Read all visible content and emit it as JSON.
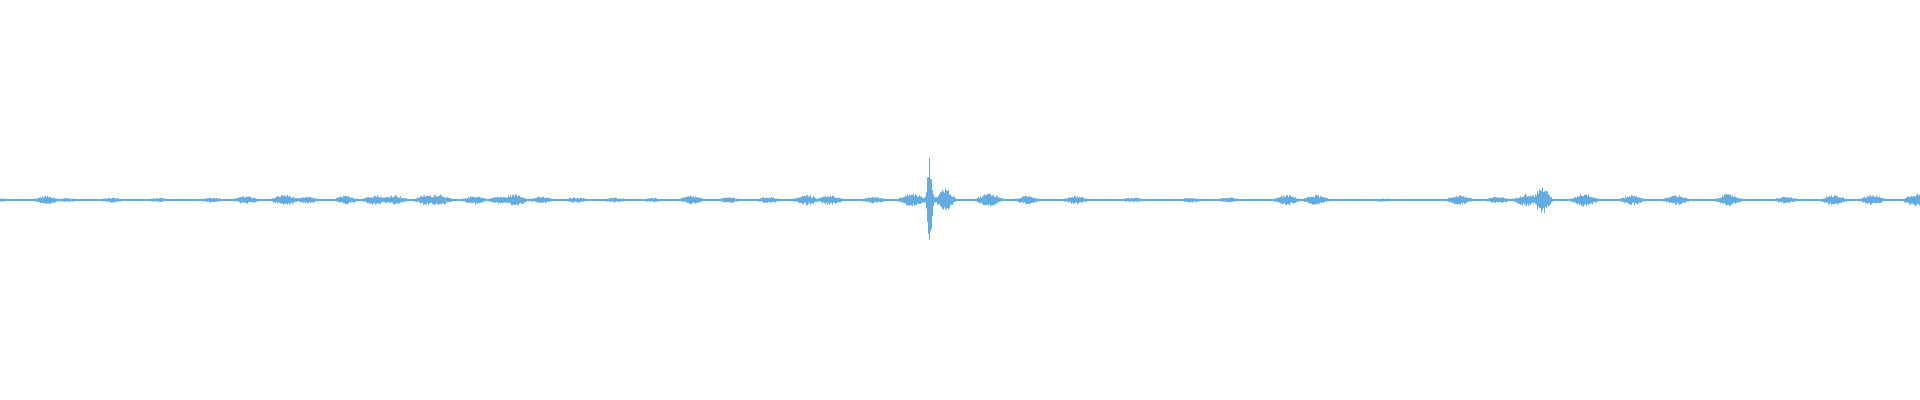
{
  "waveform": {
    "color": "#62ace0",
    "background": "#ffffff",
    "bursts": [
      {
        "t": 0.0,
        "amp": 0.04
      },
      {
        "t": 0.024,
        "amp": 0.1
      },
      {
        "t": 0.035,
        "amp": 0.05
      },
      {
        "t": 0.058,
        "amp": 0.06
      },
      {
        "t": 0.082,
        "amp": 0.05
      },
      {
        "t": 0.11,
        "amp": 0.06
      },
      {
        "t": 0.128,
        "amp": 0.1
      },
      {
        "t": 0.148,
        "amp": 0.13
      },
      {
        "t": 0.16,
        "amp": 0.08
      },
      {
        "t": 0.18,
        "amp": 0.1
      },
      {
        "t": 0.195,
        "amp": 0.12
      },
      {
        "t": 0.205,
        "amp": 0.12
      },
      {
        "t": 0.222,
        "amp": 0.12
      },
      {
        "t": 0.228,
        "amp": 0.14
      },
      {
        "t": 0.247,
        "amp": 0.1
      },
      {
        "t": 0.26,
        "amp": 0.09
      },
      {
        "t": 0.268,
        "amp": 0.14
      },
      {
        "t": 0.282,
        "amp": 0.08
      },
      {
        "t": 0.3,
        "amp": 0.07
      },
      {
        "t": 0.32,
        "amp": 0.06
      },
      {
        "t": 0.34,
        "amp": 0.05
      },
      {
        "t": 0.36,
        "amp": 0.1
      },
      {
        "t": 0.38,
        "amp": 0.07
      },
      {
        "t": 0.4,
        "amp": 0.08
      },
      {
        "t": 0.42,
        "amp": 0.12
      },
      {
        "t": 0.432,
        "amp": 0.12
      },
      {
        "t": 0.455,
        "amp": 0.08
      },
      {
        "t": 0.475,
        "amp": 0.16
      },
      {
        "t": 0.484,
        "amp": 1.0
      },
      {
        "t": 0.492,
        "amp": 0.3
      },
      {
        "t": 0.515,
        "amp": 0.16
      },
      {
        "t": 0.535,
        "amp": 0.1
      },
      {
        "t": 0.56,
        "amp": 0.1
      },
      {
        "t": 0.59,
        "amp": 0.06
      },
      {
        "t": 0.62,
        "amp": 0.06
      },
      {
        "t": 0.64,
        "amp": 0.06
      },
      {
        "t": 0.67,
        "amp": 0.12
      },
      {
        "t": 0.685,
        "amp": 0.12
      },
      {
        "t": 0.72,
        "amp": 0.04
      },
      {
        "t": 0.76,
        "amp": 0.12
      },
      {
        "t": 0.78,
        "amp": 0.08
      },
      {
        "t": 0.795,
        "amp": 0.15
      },
      {
        "t": 0.803,
        "amp": 0.32
      },
      {
        "t": 0.825,
        "amp": 0.16
      },
      {
        "t": 0.85,
        "amp": 0.12
      },
      {
        "t": 0.873,
        "amp": 0.12
      },
      {
        "t": 0.9,
        "amp": 0.14
      },
      {
        "t": 0.93,
        "amp": 0.08
      },
      {
        "t": 0.955,
        "amp": 0.12
      },
      {
        "t": 0.975,
        "amp": 0.12
      },
      {
        "t": 0.998,
        "amp": 0.16
      }
    ]
  }
}
